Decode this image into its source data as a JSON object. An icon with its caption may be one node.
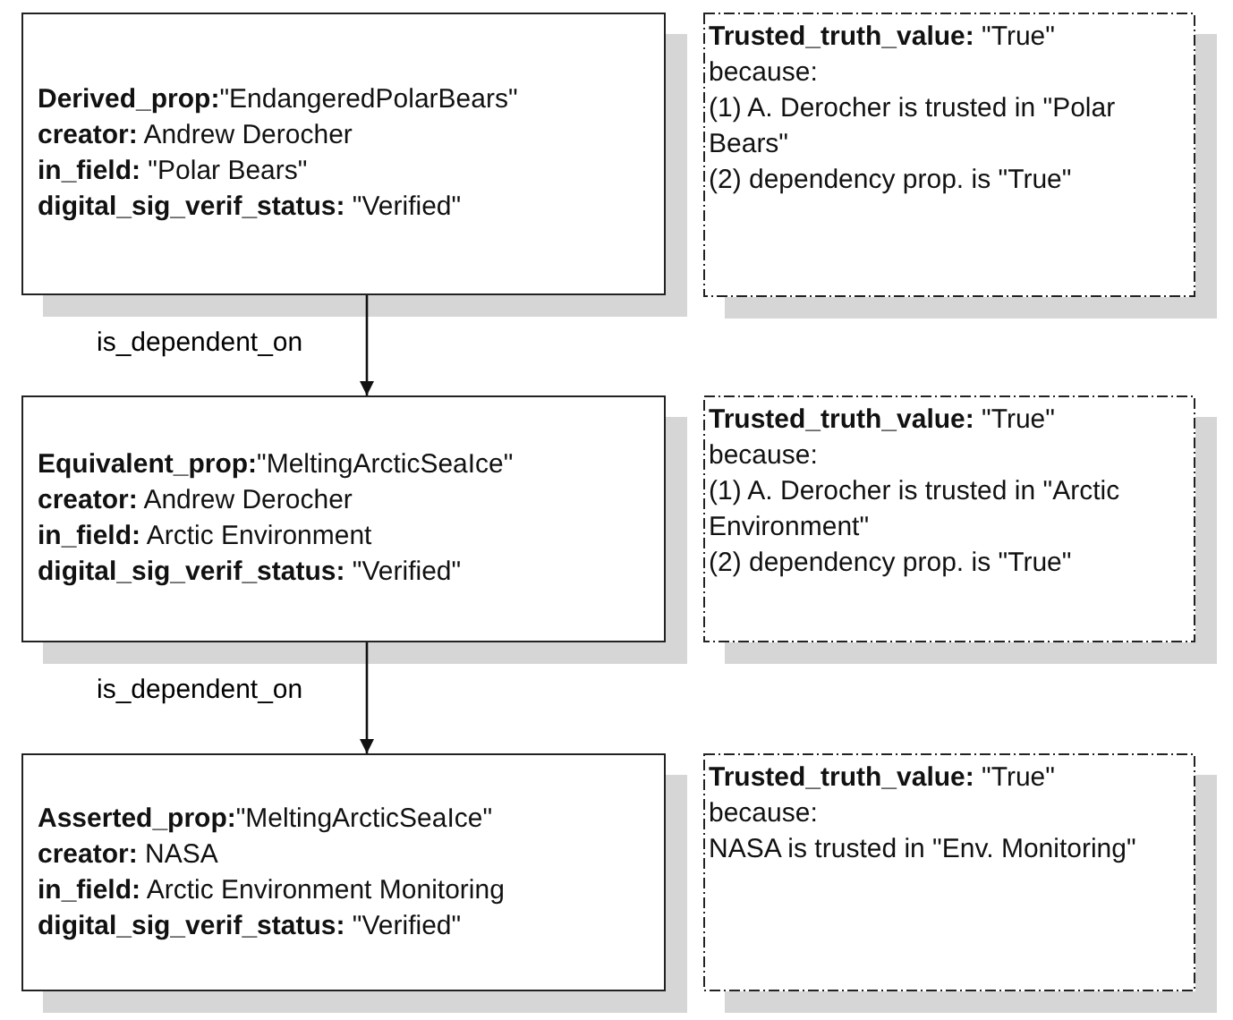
{
  "diagram": {
    "nodes": [
      {
        "text": [
          "**Derived_prop:**\"EndangeredPolarBears\"",
          "**creator:** Andrew Derocher",
          "**in_field:** \"Polar Bears\"",
          "**digital_sig_verif_status:** \"Verified\""
        ]
      },
      {
        "text": [
          "**Trusted_truth_value:** \"True\"",
          "because:",
          "(1) A. Derocher is trusted in \"Polar Bears\"",
          "(2) dependency prop. is \"True\""
        ]
      },
      {
        "text": [
          "**Equivalent_prop:**\"MeltingArcticSeaIce\"",
          "**creator:** Andrew Derocher",
          "**in_field:** Arctic Environment",
          "**digital_sig_verif_status:** \"Verified\""
        ]
      },
      {
        "text": [
          "**Trusted_truth_value:** \"True\"",
          "because:",
          "(1) A. Derocher is trusted in \"Arctic Environment\"",
          "(2) dependency prop. is \"True\""
        ]
      },
      {
        "text": [
          "**Asserted_prop:**\"MeltingArcticSeaIce\"",
          "**creator:** NASA",
          "**in_field:** Arctic Environment Monitoring",
          "**digital_sig_verif_status:** \"Verified\""
        ]
      },
      {
        "text": [
          "**Trusted_truth_value:** \"True\"",
          "because:",
          "NASA is trusted in \"Env. Monitoring\""
        ]
      }
    ],
    "edges": [
      {
        "from": 0,
        "to": 2,
        "arrow": "to",
        "label": "is_dependent_on"
      },
      {
        "from": 2,
        "to": 4,
        "arrow": "to",
        "label": "is_dependent_on"
      }
    ]
  }
}
